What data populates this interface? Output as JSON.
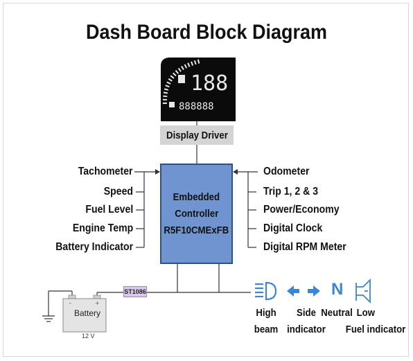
{
  "title": "Dash Board Block Diagram",
  "display_driver": "Display Driver",
  "controller": {
    "line1": "Embedded",
    "line2": "Controller",
    "line3": "R5F10CMExFB"
  },
  "left_inputs": [
    "Tachometer",
    "Speed",
    "Fuel Level",
    "Engine Temp",
    "Battery Indicator"
  ],
  "right_outputs": [
    "Odometer",
    "Trip 1, 2 & 3",
    "Power/Economy",
    "Digital Clock",
    "Digital RPM Meter"
  ],
  "regulator": "ST1086",
  "battery": {
    "label": "Battery",
    "voltage": "12 V"
  },
  "indicators": {
    "high_beam": {
      "line1": "High",
      "line2": "beam"
    },
    "side": {
      "line1": "Side",
      "line2": "indicator"
    },
    "neutral": {
      "glyph": "N",
      "label": "Neutral"
    },
    "low_fuel": {
      "line1": "Low",
      "line2": "Fuel indicator"
    }
  },
  "lcd": {
    "speed": "188",
    "odometer": "888888"
  },
  "colors": {
    "controller": "#6f94cf",
    "driver": "#d4d4d4",
    "regulator": "#d9c8ea",
    "indicator_blue": "#3a86d6"
  }
}
